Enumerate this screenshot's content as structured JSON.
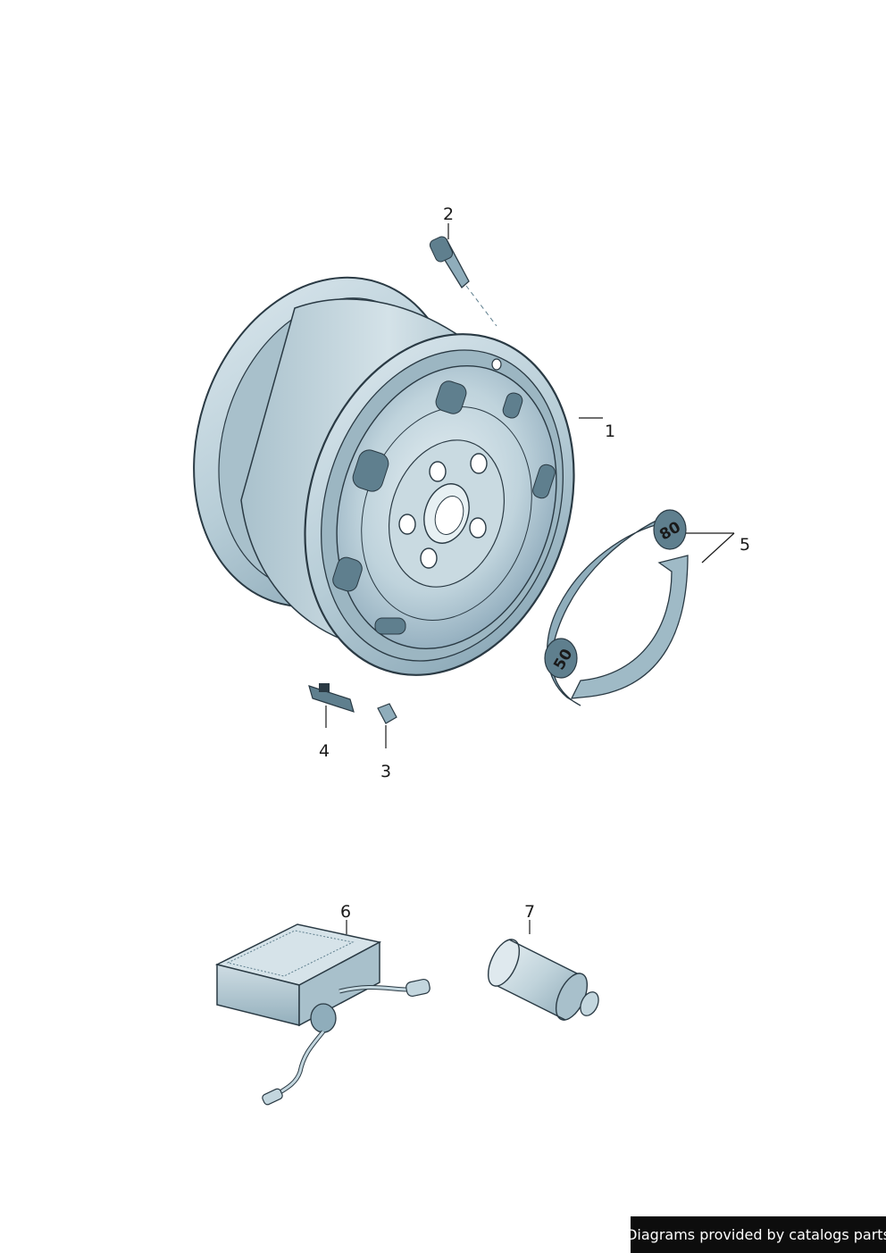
{
  "callouts": {
    "c1": "1",
    "c2": "2",
    "c3": "3",
    "c4": "4",
    "c5": "5",
    "c6": "6",
    "c7": "7"
  },
  "ring_labels": {
    "upper": "80",
    "lower": "50"
  },
  "credit": "Diagrams provided by catalogs parts",
  "colors": {
    "part_fill": "#c3d6de",
    "part_shade": "#8fadbb",
    "part_dark": "#5f7f8e",
    "outline": "#2a3a44",
    "credit_bg": "#0d0d0d"
  }
}
